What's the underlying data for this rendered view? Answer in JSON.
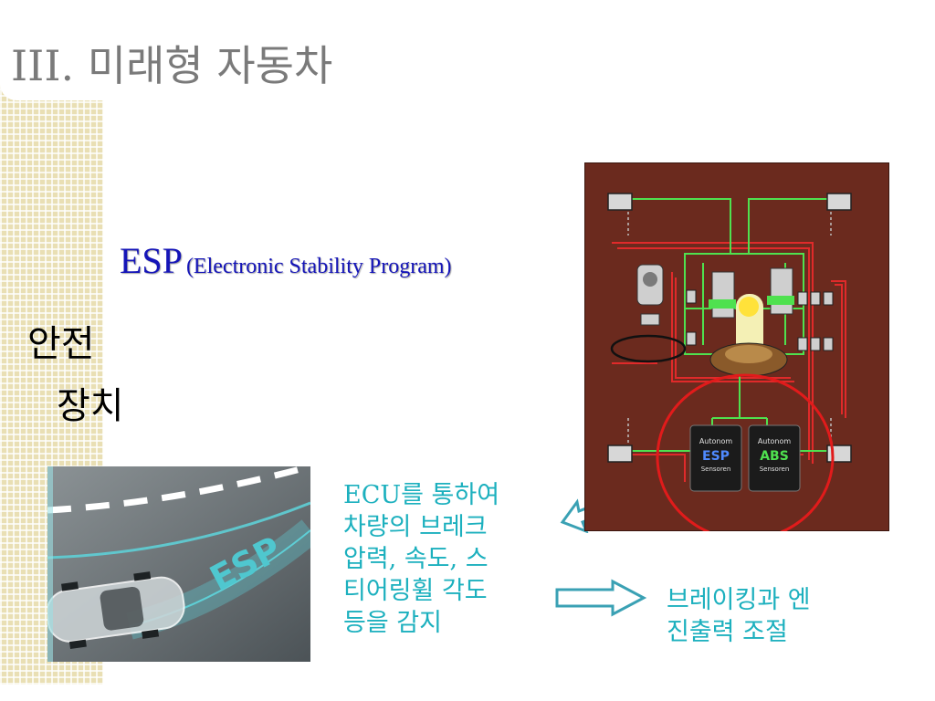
{
  "slide": {
    "title": "III.  미래형 자동차",
    "esp_abbr": "ESP",
    "esp_full": "(Electronic Stability Program)",
    "safety_line1": "안전",
    "safety_line2": "장치",
    "ecu_lines": [
      "ECU를 통하여",
      "차량의 브레크",
      "압력, 속도, 스",
      "티어링휠 각도",
      "등을 감지"
    ],
    "result_lines": [
      "브레이킹과 엔",
      "진출력 조절"
    ],
    "photo_label": "ESP",
    "module_esp_lines": [
      "Autonom",
      "ESP",
      "Sensoren"
    ],
    "module_abs_lines": [
      "Autonom",
      "ABS",
      "Sensoren"
    ]
  },
  "colors": {
    "title": "#7a7a7a",
    "esp_text": "#1515b8",
    "cyan_text": "#1cb0be",
    "diagram_bg": "#6b2a1e",
    "highlight_circle": "#e11b1b"
  }
}
